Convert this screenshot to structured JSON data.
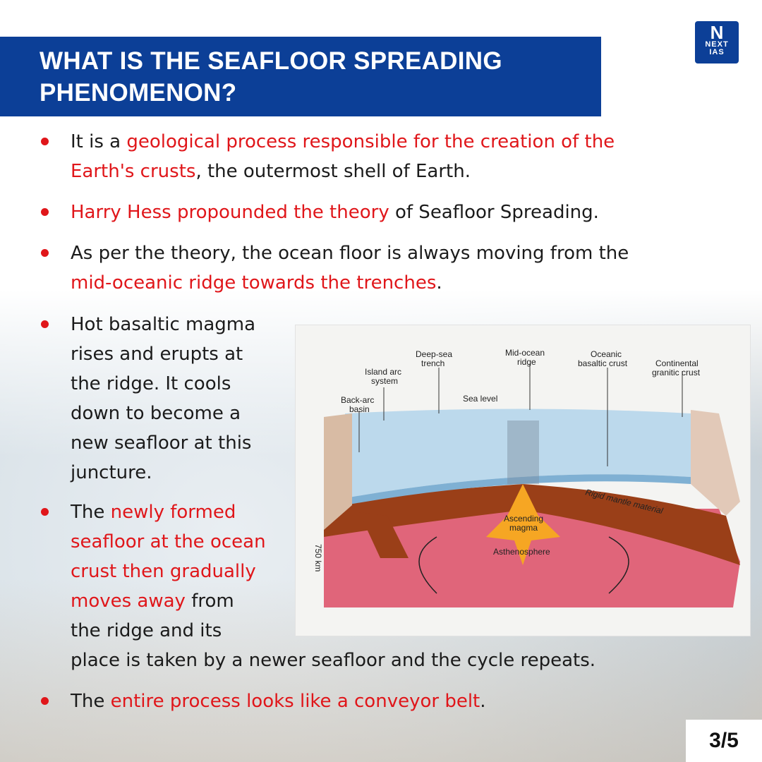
{
  "header": {
    "title_line1": "WHAT IS THE SEAFLOOR SPREADING",
    "title_line2": "PHENOMENON?"
  },
  "logo": {
    "mark": "N",
    "word1": "NEXT",
    "word2": "IAS"
  },
  "bullets": [
    {
      "line1_a": "It is a ",
      "line1_hl": "geological process responsible for the creation of the",
      "line2_hl": "Earth's crusts",
      "line2_b": ", the outermost shell of Earth."
    },
    {
      "hl": "Harry Hess propounded the theory",
      "b": " of Seafloor Spreading."
    },
    {
      "line1": "As per the theory, the ocean floor is always moving from the",
      "line2_hl": "mid-oceanic ridge towards the trenches",
      "line2_b": "."
    },
    {
      "lines": [
        "Hot basaltic magma",
        "rises and erupts at",
        "the ridge. It cools",
        "down to become a",
        "new seafloor at this",
        "juncture."
      ]
    },
    {
      "line1_a": "The ",
      "line1_hl": "newly formed",
      "line2_hl": "seafloor at the ocean",
      "line3_hl": "crust then gradually",
      "line4_hl": "moves away",
      "line4_b": " from",
      "line5": "the ridge and its",
      "line6": "place is taken by a newer seafloor and the cycle repeats."
    },
    {
      "a": "The ",
      "hl": "entire process looks like a conveyor belt",
      "b": "."
    }
  ],
  "diagram": {
    "labels": {
      "deep_sea_1": "Deep-sea",
      "deep_sea_2": "trench",
      "mid_ocean_1": "Mid-ocean",
      "mid_ocean_2": "ridge",
      "oceanic_1": "Oceanic",
      "oceanic_2": "basaltic crust",
      "continental_1": "Continental",
      "continental_2": "granitic crust",
      "island_1": "Island arc",
      "island_2": "system",
      "sea_level": "Sea level",
      "back_arc_1": "Back-arc",
      "back_arc_2": "basin",
      "rigid_mantle": "Rigid mantle material",
      "ascending_1": "Ascending",
      "ascending_2": "magma",
      "asthenosphere": "Asthenosphere",
      "depth": "750 km"
    }
  },
  "page": {
    "number": "3/5"
  },
  "colors": {
    "accent": "#e0161a",
    "brand": "#0c3f97"
  }
}
